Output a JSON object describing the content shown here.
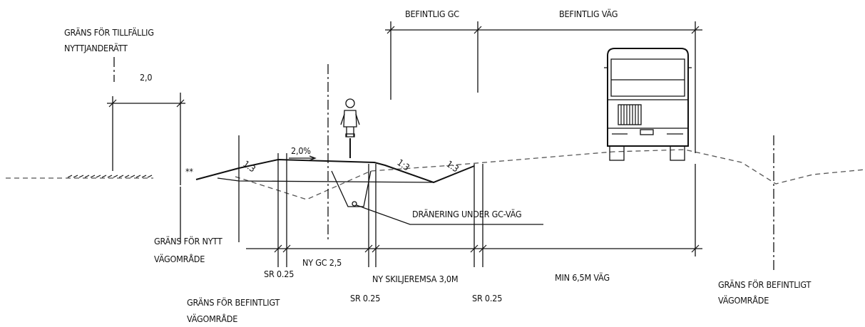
{
  "labels": {
    "grans_tillfallig_1": "GRÄNS FÖR TILLFÄLLIG",
    "grans_tillfallig_2": "NYTTJANDERÄTT",
    "dim_2_0": "2,0",
    "befintlig_gc": "BEFINTLIG GC",
    "befintlig_vag": "BEFINTLIG VÄG",
    "slope_left": "1:3",
    "slope_mid": "1:3",
    "slope_right": "1:3",
    "grade": "2,0%",
    "double_star": "**",
    "dranering": "DRÄNERING UNDER GC-VÄG",
    "grans_nytt_1": "GRÄNS FÖR NYTT",
    "grans_nytt_2": "VÄGOMRÅDE",
    "sr_left": "SR 0.25",
    "ny_gc": "NY GC 2,5",
    "ny_skiljeremsa": "NY SKILJEREMSA 3,0M",
    "min_vag": "MIN 6,5M VÄG",
    "grans_befintligt_1": "GRÄNS FÖR BEFINTLIGT",
    "grans_befintligt_2": "VÄGOMRÅDE",
    "sr_mid": "SR 0.25",
    "sr_right": "SR 0.25",
    "grans_befintligt_right_1": "GRÄNS FÖR BEFINTLIGT",
    "grans_befintligt_right_2": "VÄGOMRÅDE"
  },
  "icons": {
    "cyclist": "cyclist-icon",
    "bus": "bus-icon"
  },
  "colors": {
    "line": "#111111",
    "existing_ground": "#555555",
    "background": "#ffffff"
  }
}
